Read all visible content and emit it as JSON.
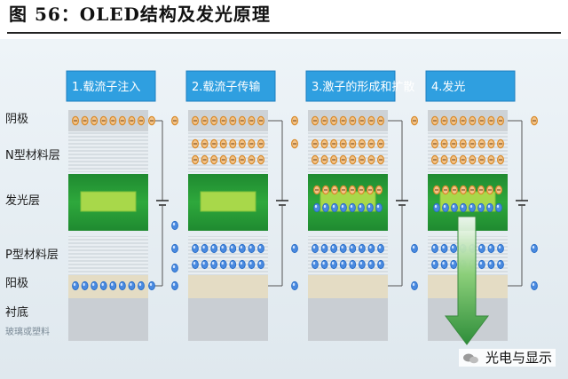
{
  "title": "图 56：OLED结构及发光原理",
  "watermark": "光电与显示",
  "stages": [
    {
      "label": "1.载流子注入"
    },
    {
      "label": "2.载流子传输"
    },
    {
      "label": "3.激子的形成和扩散"
    },
    {
      "label": "4.发光"
    }
  ],
  "layers": [
    {
      "label": "阴极"
    },
    {
      "label": "N型材料层"
    },
    {
      "label": "发光层"
    },
    {
      "label": "P型材料层"
    },
    {
      "label": "阳极"
    },
    {
      "label": "衬底"
    },
    {
      "label": "玻璃或塑料"
    }
  ],
  "colors": {
    "accent_blue": "#2f9fe0",
    "emissive_green": "#2b9a3a",
    "emissive_core": "#a8d84a",
    "electron_orange": "#d88a2a",
    "hole_blue": "#2a6fc8",
    "arrow_green": "#3ea04a"
  }
}
